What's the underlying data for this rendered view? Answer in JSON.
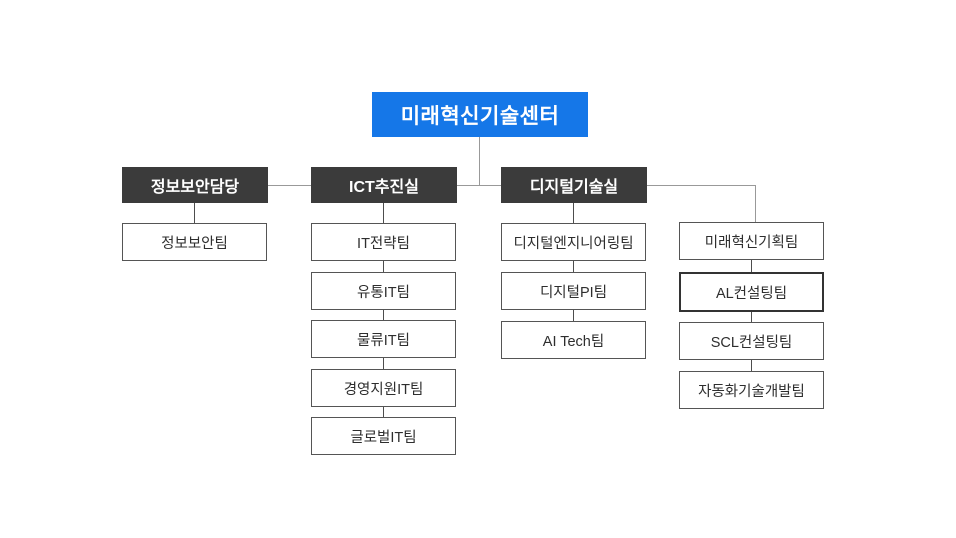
{
  "org_chart": {
    "root": "미래혁신기술센터",
    "columns": [
      {
        "header": "정보보안담당",
        "children": [
          "정보보안팀"
        ]
      },
      {
        "header": "ICT추진실",
        "children": [
          "IT전략팀",
          "유통IT팀",
          "물류IT팀",
          "경영지원IT팀",
          "글로벌IT팀"
        ]
      },
      {
        "header": "디지털기술실",
        "children": [
          "디지털엔지니어링팀",
          "디지털PI팀",
          "AI Tech팀"
        ]
      },
      {
        "children": [
          "미래혁신기획팀",
          "AL컨설팅팀",
          "SCL컨설팅팀",
          "자동화기술개발팀"
        ]
      }
    ],
    "colors": {
      "root_bg": "#1577E8",
      "root_text": "#FFFFFF",
      "header_bg": "#3B3B3B",
      "header_text": "#FFFFFF",
      "team_border": "#555555",
      "team_text": "#2E2E2E",
      "connector": "#999999",
      "child_connector": "#4D4D4D"
    }
  }
}
